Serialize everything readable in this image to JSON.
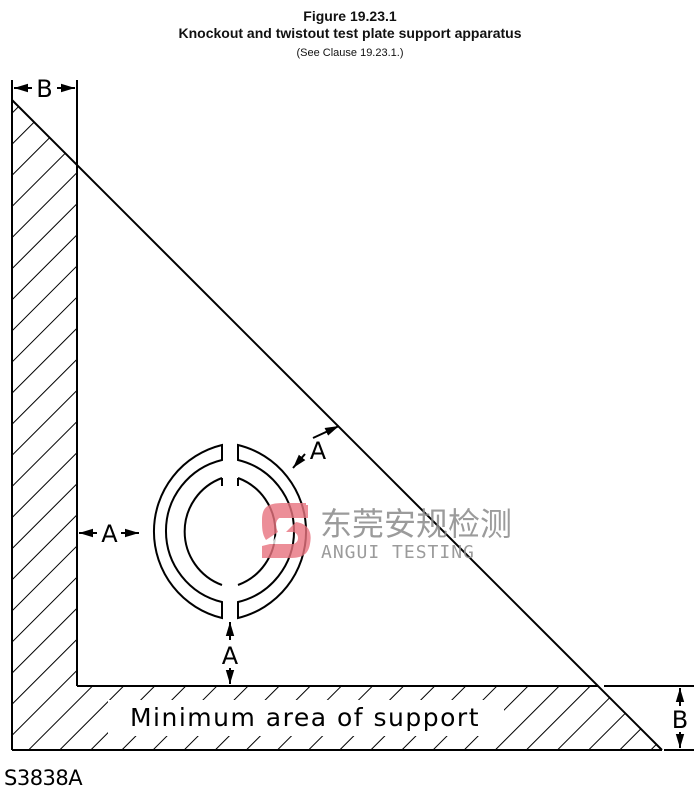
{
  "figure": {
    "number": "Figure 19.23.1",
    "title": "Knockout and twistout test plate support apparatus",
    "reference": "(See Clause 19.23.1.)"
  },
  "drawing": {
    "support_label": "Minimum area of support",
    "dimension_a": "A",
    "dimension_b": "B",
    "drawing_code": "S3838A"
  },
  "watermark": {
    "chinese": "东莞安规检测",
    "english": "ANGUI TESTING",
    "logo_color": "#e8737f",
    "text_color": "#8a8a8a"
  }
}
